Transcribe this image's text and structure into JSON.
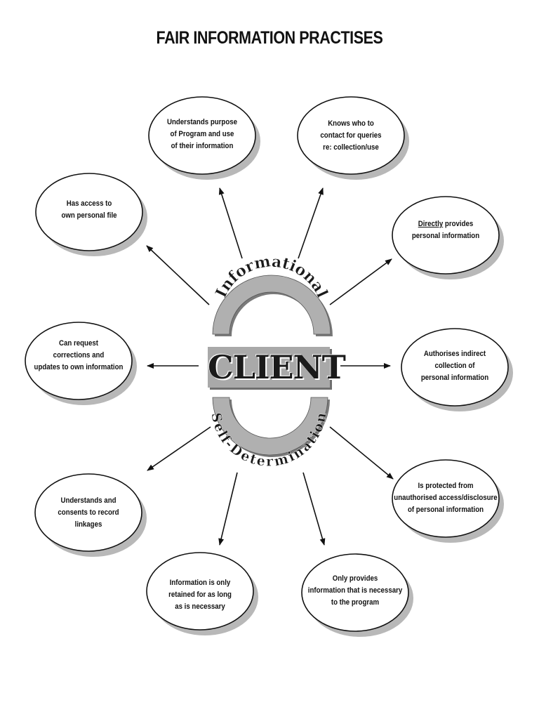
{
  "title": "FAIR INFORMATION PRACTISES",
  "center": {
    "top_arc": "Informational",
    "label": "CLIENT",
    "bottom_arc": "Self-Determination"
  },
  "nodes": [
    {
      "lines": [
        "Understands purpose",
        "of Program and use",
        "of their information"
      ]
    },
    {
      "lines": [
        "Knows who to",
        "contact for queries",
        "re: collection/use"
      ]
    },
    {
      "lines": [
        "Has access to",
        "own personal file"
      ]
    },
    {
      "underlined": "Directly",
      "lines": [
        " provides",
        "personal information"
      ]
    },
    {
      "lines": [
        "Can request",
        "corrections and",
        "updates to own information"
      ]
    },
    {
      "lines": [
        "Authorises indirect",
        "collection of",
        "personal information"
      ]
    },
    {
      "lines": [
        "Understands and",
        "consents to record",
        "linkages"
      ]
    },
    {
      "lines": [
        "Is protected from",
        "unauthorised access/disclosure",
        "of personal information"
      ]
    },
    {
      "lines": [
        "Information is only",
        "retained for as long",
        "as is necessary"
      ]
    },
    {
      "lines": [
        "Only provides",
        "information  that is necessary",
        "to the program"
      ]
    }
  ],
  "colors": {
    "ink": "#111111",
    "shadow": "#b8b8b8",
    "band": "#b0b0b0",
    "label_bg": "#a9a9a9"
  }
}
